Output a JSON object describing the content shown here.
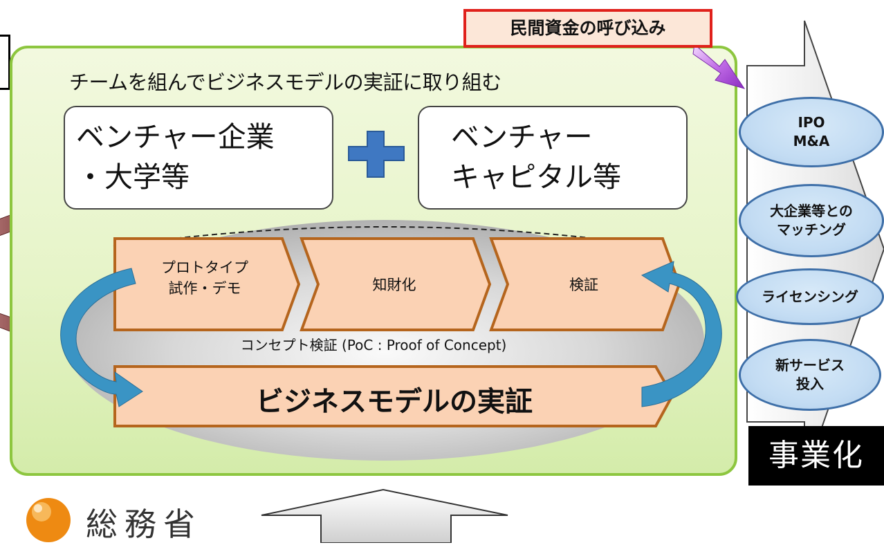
{
  "callout": "民間資金の呼び込み",
  "headline": "チームを組んでビジネスモデルの実証に取り組む",
  "party_left": [
    "ベンチャー企業",
    "・大学等"
  ],
  "party_right": [
    "ベンチャー",
    "キャピタル等"
  ],
  "stages": [
    {
      "lines": [
        "プロトタイプ",
        "試作・デモ"
      ]
    },
    {
      "lines": [
        "知財化"
      ]
    },
    {
      "lines": [
        "検証"
      ]
    }
  ],
  "poc_label": "コンセプト検証 (PoC : Proof of Concept)",
  "business_model": "ビジネスモデルの実証",
  "outcomes": [
    {
      "lines": [
        "IPO",
        "M&A"
      ]
    },
    {
      "lines": [
        "大企業等との",
        "マッチング"
      ]
    },
    {
      "lines": [
        "ライセンシング"
      ]
    },
    {
      "lines": [
        "新サービス",
        "投入"
      ]
    }
  ],
  "commercialization": "事業化",
  "logo_text": "総務省",
  "colors": {
    "panel_green": "#8dc63f",
    "stage_fill": "#fbd2b4",
    "stage_border": "#b5651d",
    "cycle_arrow": "#3a94c4",
    "plus": "#3f78c2",
    "callout_border": "#e0211b",
    "oval_border": "#3e6fa8",
    "input_arrow": "#7b4040"
  }
}
